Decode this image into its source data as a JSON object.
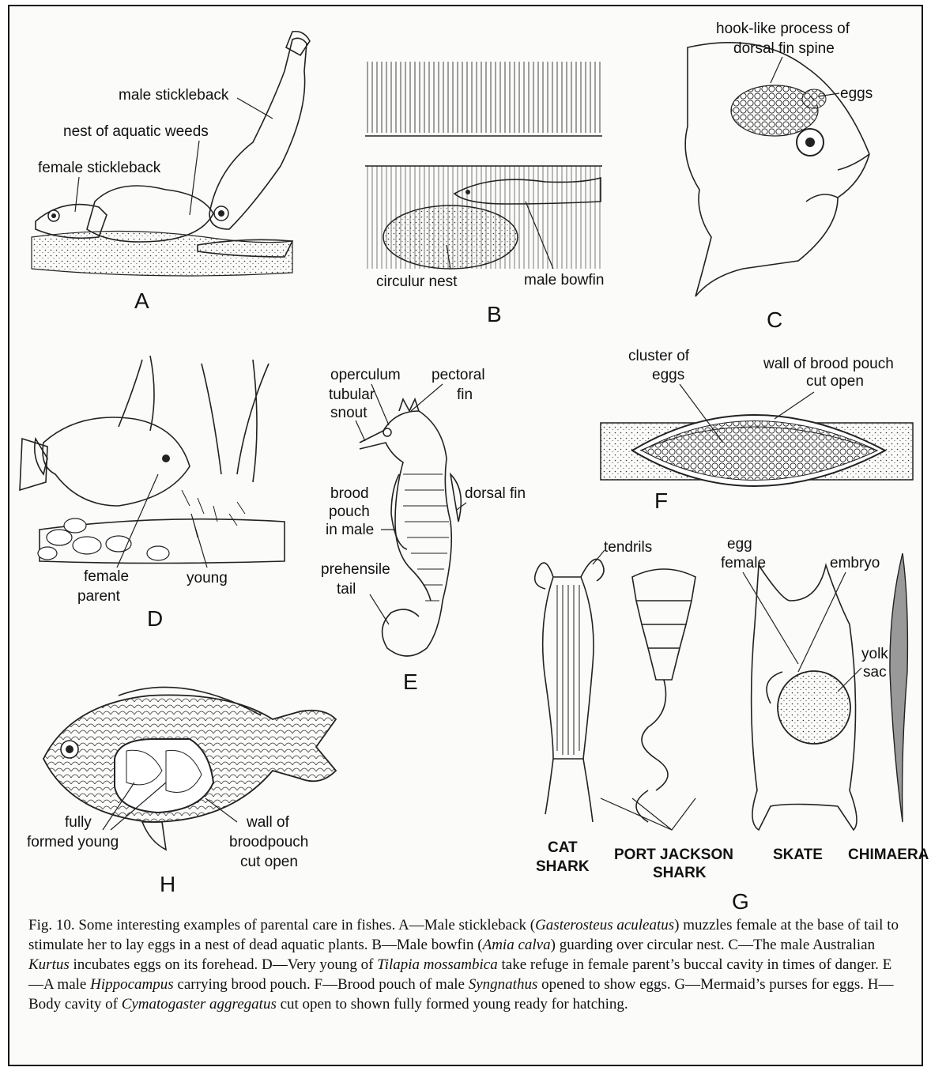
{
  "panels": {
    "A": {
      "letter": "A",
      "labels": {
        "male": "male stickleback",
        "nest": "nest of aquatic weeds",
        "female": "female stickleback"
      }
    },
    "B": {
      "letter": "B",
      "labels": {
        "nest": "circulur nest",
        "bowfin": "male bowfin"
      }
    },
    "C": {
      "letter": "C",
      "labels": {
        "hook1": "hook-like process of",
        "hook2": "dorsal fin spine",
        "eggs": "eggs"
      }
    },
    "D": {
      "letter": "D",
      "labels": {
        "female1": "female",
        "female2": "parent",
        "young": "young"
      }
    },
    "E": {
      "letter": "E",
      "labels": {
        "operculum": "operculum",
        "pectoral1": "pectoral",
        "pectoral2": "fin",
        "snout1": "tubular",
        "snout2": "snout",
        "brood1": "brood",
        "brood2": "pouch",
        "brood3": "in male",
        "dorsal": "dorsal fin",
        "tail1": "prehensile",
        "tail2": "tail"
      }
    },
    "F": {
      "letter": "F",
      "labels": {
        "cluster1": "cluster  of",
        "cluster2": "eggs",
        "wall1": "wall  of brood pouch",
        "wall2": "cut open"
      }
    },
    "G": {
      "letter": "G",
      "labels": {
        "tendrils": "tendrils",
        "egg": "egg",
        "female": "female",
        "embryo": "embryo",
        "yolk1": "yolk",
        "yolk2": "sac",
        "cat1": "CAT",
        "cat2": "SHARK",
        "pj1": "PORT JACKSON",
        "pj2": "SHARK",
        "skate": "SKATE",
        "chimaera": "CHIMAERA"
      }
    },
    "H": {
      "letter": "H",
      "labels": {
        "young1": "fully",
        "young2": "formed young",
        "wall1": "wall of",
        "wall2": "broodpouch",
        "wall3": "cut open"
      }
    }
  },
  "caption": {
    "t1": "Fig. 10. Some interesting examples of parental care in fishes.    A—Male stickleback (",
    "i1": "Gasterosteus aculeatus",
    "t2": ") muzzles female at the base of tail to stimulate her to lay eggs in a nest of dead  aquatic plants. B—Male bowfin (",
    "i2": "Amia calva",
    "t3": ") guarding over  circular nest. C—The male Australian ",
    "i3": "Kurtus",
    "t4": " incubates eggs on its forehead. D—Very young of ",
    "i4": "Tilapia mossambica",
    "t5": " take refuge in female parent’s buccal cavity in times of danger. E—A male  ",
    "i5": "Hippocampus",
    "t6": " carrying brood pouch.  F—Brood pouch of male ",
    "i6": "Syngnathus",
    "t7": " opened to show eggs. G—Mermaid’s purses for eggs.   H—Body cavity    of ",
    "i7": "Cymatogaster aggregatus",
    "t8": "  cut   open to shown fully formed young ready for hatching."
  }
}
